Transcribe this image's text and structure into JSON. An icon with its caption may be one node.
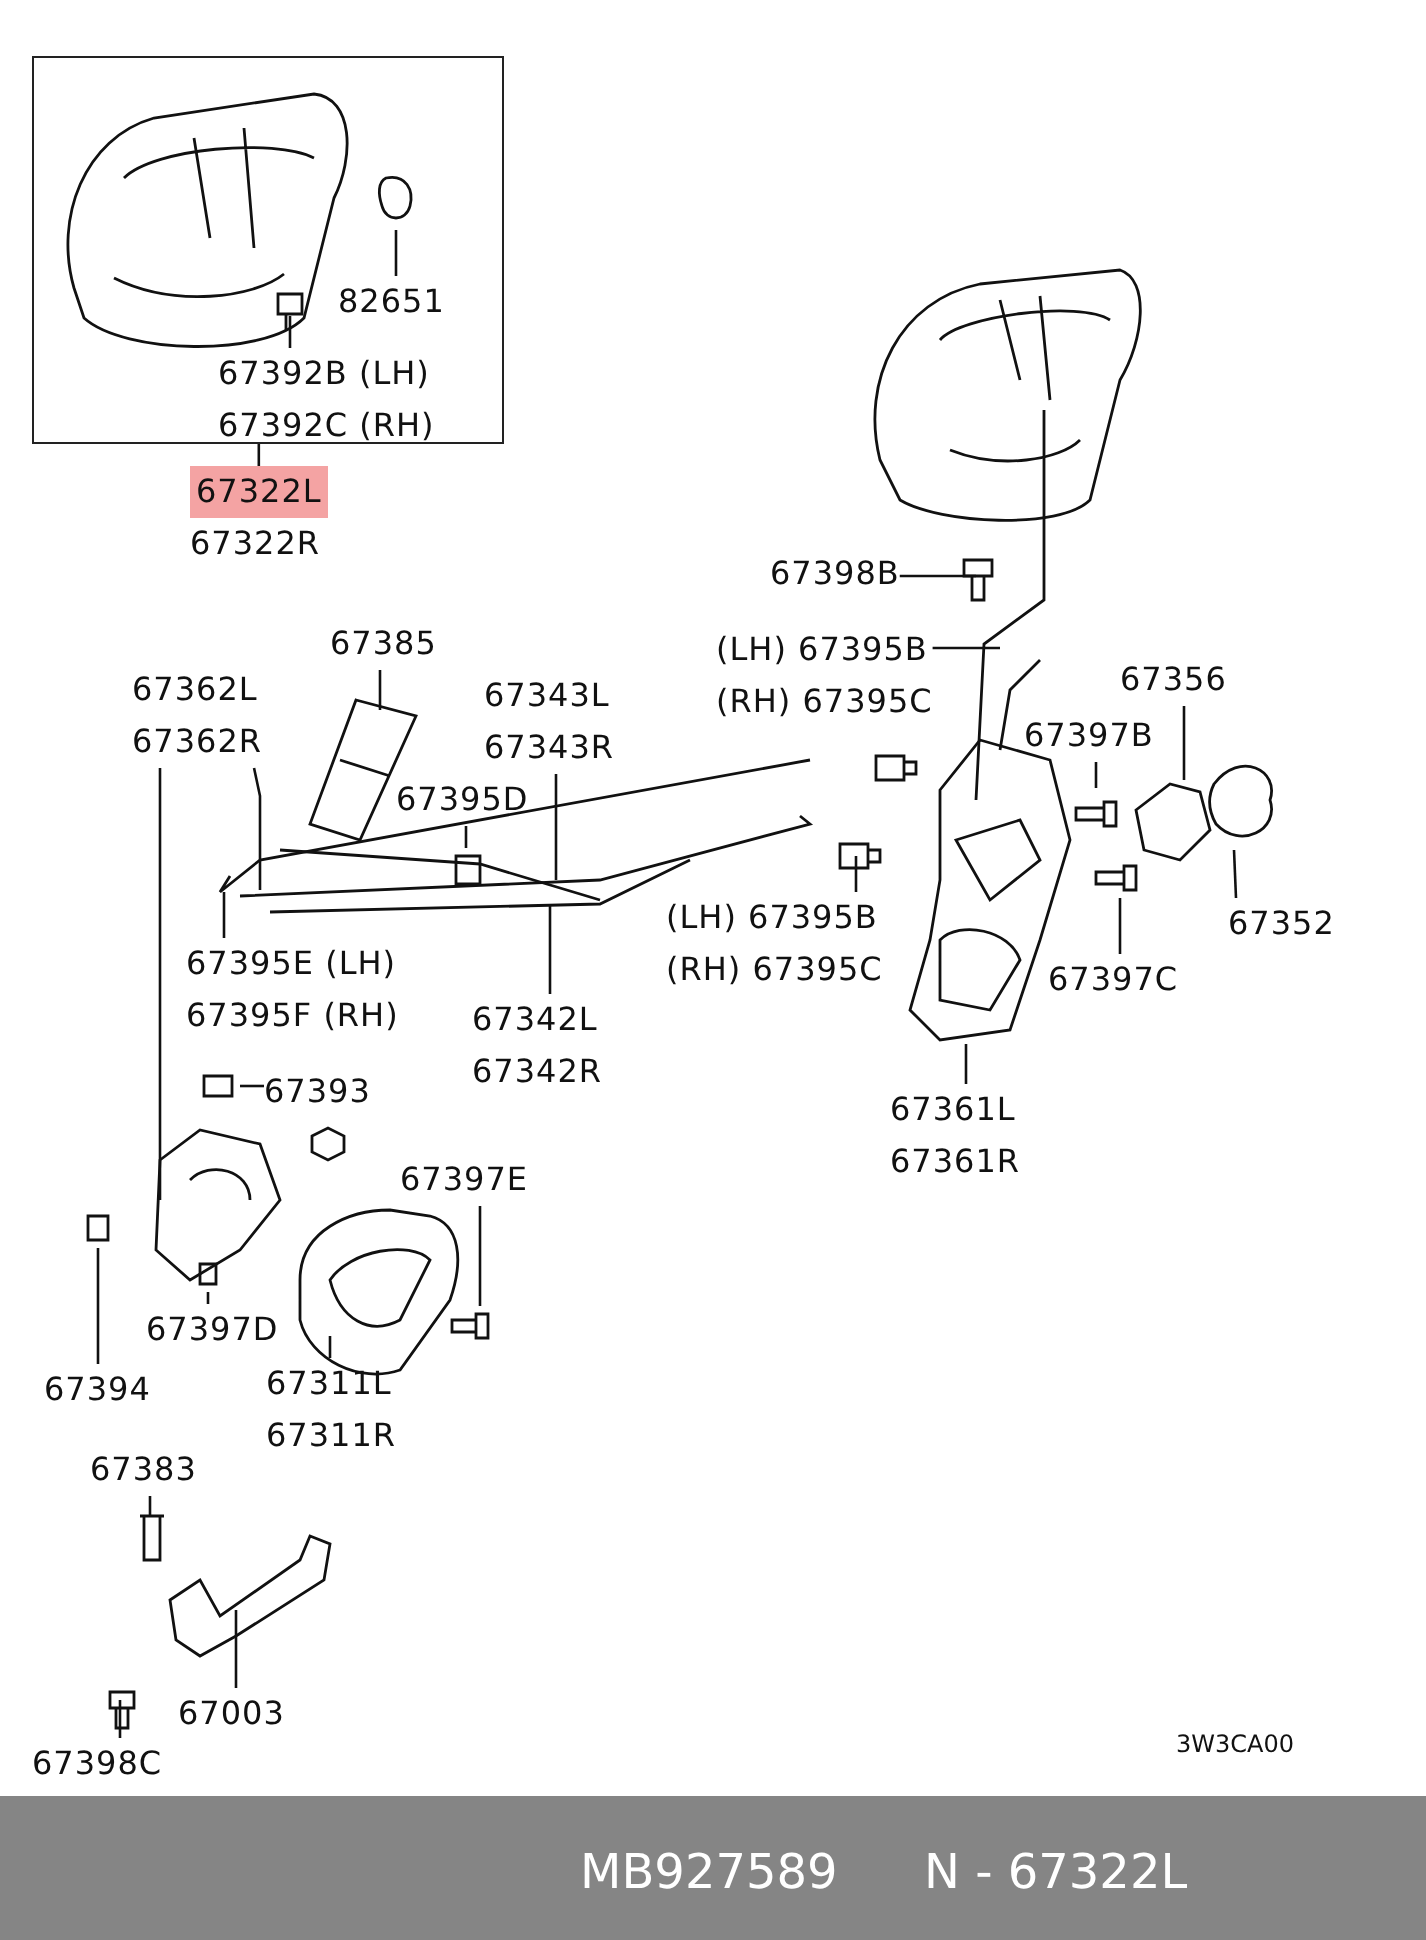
{
  "diagram": {
    "nodes": [
      {
        "text": [],
        "shape": "box"
      },
      {
        "text": [
          "82651"
        ],
        "in": 0
      },
      {
        "text": [
          "67392B (LH)",
          "67392C (RH)"
        ],
        "in": 0
      },
      {
        "text": [
          "67322L",
          "67322R"
        ]
      },
      {
        "text": [
          "67398B"
        ]
      },
      {
        "text": [
          "(LH) 67395B",
          "(RH) 67395C"
        ]
      },
      {
        "text": [
          "67356"
        ]
      },
      {
        "text": [
          "67397B"
        ]
      },
      {
        "text": [
          "67352"
        ]
      },
      {
        "text": [
          "67397C"
        ]
      },
      {
        "text": [
          "(LH) 67395B",
          "(RH) 67395C"
        ]
      },
      {
        "text": [
          "67361L",
          "67361R"
        ]
      },
      {
        "text": [
          "67385"
        ]
      },
      {
        "text": [
          "67343L",
          "67343R"
        ]
      },
      {
        "text": [
          "67395D"
        ]
      },
      {
        "text": [
          "67362L",
          "67362R"
        ]
      },
      {
        "text": [
          "67395E (LH)",
          "67395F (RH)"
        ]
      },
      {
        "text": [
          "67342L",
          "67342R"
        ]
      },
      {
        "text": [
          "67393"
        ]
      },
      {
        "text": [
          "67397E"
        ]
      },
      {
        "text": [
          "67397D"
        ]
      },
      {
        "text": [
          "67394"
        ]
      },
      {
        "text": [
          "67311L",
          "67311R"
        ]
      },
      {
        "text": [
          "67383"
        ]
      },
      {
        "text": [
          "67003"
        ]
      },
      {
        "text": [
          "67398C"
        ]
      }
    ],
    "edges": [
      {
        "from": 1,
        "to": null,
        "arrow": "none"
      },
      {
        "from": 2,
        "to": null,
        "arrow": "none"
      },
      {
        "from": 3,
        "to": 0,
        "arrow": "none"
      },
      {
        "from": 4,
        "to": null,
        "arrow": "none"
      },
      {
        "from": 5,
        "to": null,
        "arrow": "none"
      },
      {
        "from": 6,
        "to": null,
        "arrow": "none"
      },
      {
        "from": 7,
        "to": null,
        "arrow": "none"
      },
      {
        "from": 8,
        "to": null,
        "arrow": "none"
      },
      {
        "from": 9,
        "to": null,
        "arrow": "none"
      },
      {
        "from": 10,
        "to": null,
        "arrow": "none"
      },
      {
        "from": 11,
        "to": null,
        "arrow": "none"
      },
      {
        "from": 12,
        "to": null,
        "arrow": "none"
      },
      {
        "from": 13,
        "to": null,
        "arrow": "none"
      },
      {
        "from": 14,
        "to": null,
        "arrow": "none"
      },
      {
        "from": 15,
        "to": null,
        "arrow": "none"
      },
      {
        "from": 15,
        "to": null,
        "arrow": "none"
      },
      {
        "from": 16,
        "to": null,
        "arrow": "none"
      },
      {
        "from": 17,
        "to": null,
        "arrow": "none"
      },
      {
        "from": 18,
        "to": null,
        "arrow": "none"
      },
      {
        "from": 19,
        "to": null,
        "arrow": "none"
      },
      {
        "from": 20,
        "to": null,
        "arrow": "none"
      },
      {
        "from": 21,
        "to": null,
        "arrow": "none"
      },
      {
        "from": 22,
        "to": null,
        "arrow": "none"
      },
      {
        "from": 23,
        "to": null,
        "arrow": "none"
      },
      {
        "from": 24,
        "to": null,
        "arrow": "none"
      },
      {
        "from": 25,
        "to": null,
        "arrow": "none"
      }
    ],
    "labels": [
      "3W3CA00",
      "MB927589",
      "N - 67322L"
    ]
  }
}
